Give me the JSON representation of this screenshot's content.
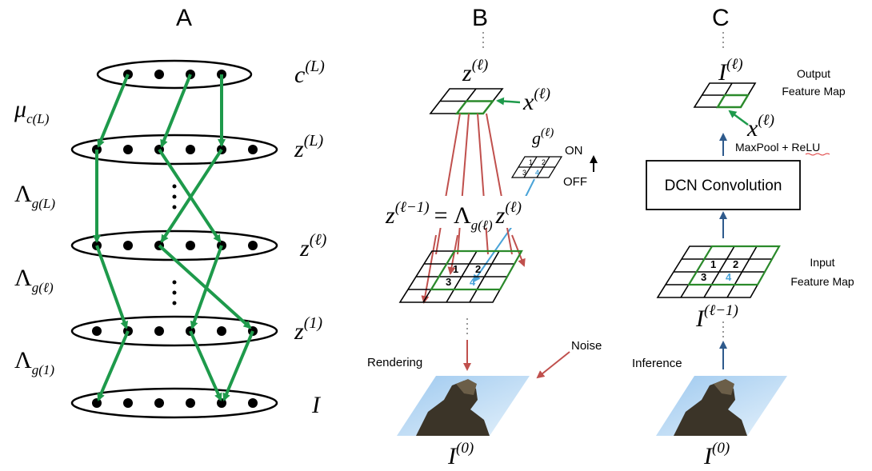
{
  "panels": {
    "a": {
      "title": "A",
      "layers": [
        {
          "label": "c",
          "sup": "(L)"
        },
        {
          "label": "z",
          "sup": "(L)"
        },
        {
          "label": "z",
          "sup": "(ℓ)"
        },
        {
          "label": "z",
          "sup": "(1)"
        },
        {
          "label": "I",
          "sup": ""
        }
      ],
      "left_labels": [
        {
          "main": "μ",
          "sub": "c(L)"
        },
        {
          "main": "Λ",
          "sub": "g(L)"
        },
        {
          "main": "Λ",
          "sub": "g(ℓ)"
        },
        {
          "main": "Λ",
          "sub": "g(1)"
        }
      ]
    },
    "b": {
      "title": "B",
      "top_label": {
        "main": "z",
        "sup": "(ℓ)"
      },
      "x_label": {
        "main": "x",
        "sup": "(ℓ)"
      },
      "g_label": {
        "main": "g",
        "sup": "(ℓ)"
      },
      "on_label": "ON",
      "off_label": "OFF",
      "equation": {
        "lhs_main": "z",
        "lhs_sup": "(ℓ−1)",
        "eq": "= Λ",
        "lam_sub": "g(ℓ)",
        "rhs_main": "z",
        "rhs_sup": "(ℓ)"
      },
      "grid_numbers": [
        "1",
        "2",
        "3",
        "4"
      ],
      "small_grid_numbers": [
        "1",
        "2",
        "3",
        "4"
      ],
      "rendering_label": "Rendering",
      "noise_label": "Noise",
      "bottom_label": {
        "main": "I",
        "sup": "(0)"
      }
    },
    "c": {
      "title": "C",
      "top_label": {
        "main": "I",
        "sup": "(ℓ)"
      },
      "output_label_line1": "Output",
      "output_label_line2": "Feature Map",
      "x_label": {
        "main": "x",
        "sup": "(ℓ)"
      },
      "maxpool_label": "MaxPool + ReLU",
      "box_label": "DCN Convolution",
      "input_label_line1": "Input",
      "input_label_line2": "Feature Map",
      "grid_numbers": [
        "1",
        "2",
        "3",
        "4"
      ],
      "mid_label": {
        "main": "I",
        "sup": "(ℓ−1)"
      },
      "inference_label": "Inference",
      "bottom_label": {
        "main": "I",
        "sup": "(0)"
      }
    }
  },
  "colors": {
    "green": "#1e9a4b",
    "red": "#c0504d",
    "navy": "#2e5a8c",
    "cyan": "#4aa3d8"
  }
}
